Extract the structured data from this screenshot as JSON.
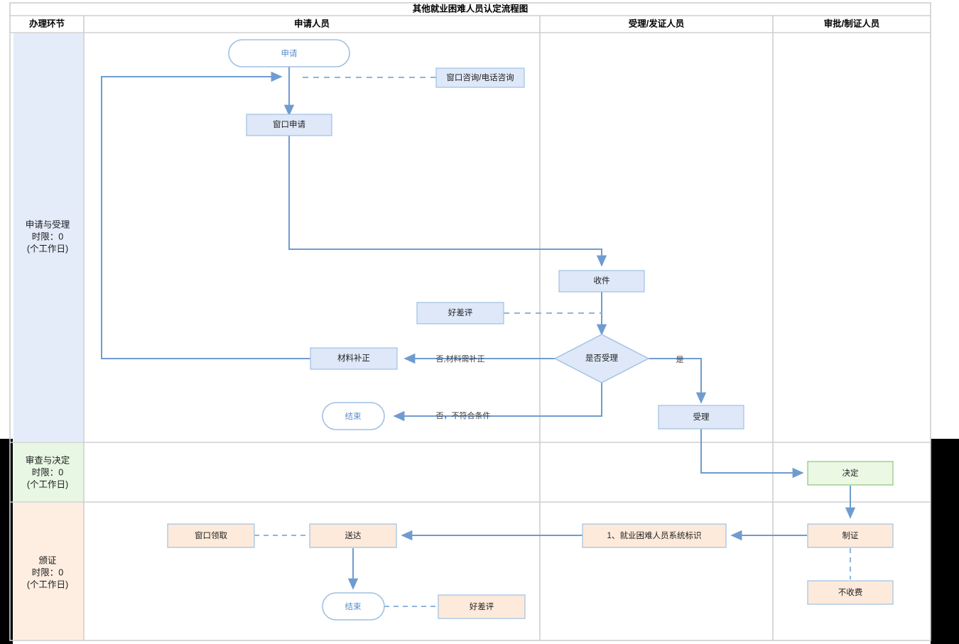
{
  "document": {
    "title": "其他就业困难人员认定流程图"
  },
  "table": {
    "headers": [
      {
        "id": "stage",
        "label": "办理环节"
      },
      {
        "id": "applicant",
        "label": "申请人员"
      },
      {
        "id": "acceptor",
        "label": "受理/发证人员"
      },
      {
        "id": "approver",
        "label": "审批/制证人员"
      }
    ],
    "stages": [
      {
        "id": "stage-1",
        "name": "申请与受理",
        "limit": "时限：0",
        "unit": "(个工作日)",
        "color": "#e4ecfa"
      },
      {
        "id": "stage-2",
        "name": "审查与决定",
        "limit": "时限：0",
        "unit": "(个工作日)",
        "color": "#e7f7e3"
      },
      {
        "id": "stage-3",
        "name": "颁证",
        "limit": "时限：0",
        "unit": "(个工作日)",
        "color": "#fdeee1"
      }
    ]
  },
  "colors": {
    "blue_fill": "#dee8f8",
    "blue_stroke": "#9fc0e2",
    "green_fill": "#eaf8e4",
    "green_stroke": "#8fc47e",
    "peach_fill": "#fdeadb",
    "peach_stroke": "#9fc0e2",
    "white_fill": "#ffffff",
    "connector": "#6f9cd0",
    "grid": "#cfcfcf",
    "blue_text": "#5b8fc9"
  },
  "chart_data": {
    "type": "diagram",
    "title": "其他就业困难人员认定流程图",
    "nodes": [
      {
        "id": "apply",
        "label": "申请",
        "shape": "stadium",
        "fill": "white",
        "text": "blue",
        "lane": "申请人员",
        "stage": "申请与受理"
      },
      {
        "id": "consult",
        "label": "窗口咨询/电话咨询",
        "shape": "rect",
        "fill": "blue",
        "text": "black",
        "lane": "申请人员",
        "stage": "申请与受理"
      },
      {
        "id": "window-apply",
        "label": "窗口申请",
        "shape": "rect",
        "fill": "blue",
        "text": "black",
        "lane": "申请人员",
        "stage": "申请与受理"
      },
      {
        "id": "receive",
        "label": "收件",
        "shape": "rect",
        "fill": "blue",
        "text": "black",
        "lane": "受理/发证人员",
        "stage": "申请与受理"
      },
      {
        "id": "review-1",
        "label": "好差评",
        "shape": "rect",
        "fill": "blue",
        "text": "black",
        "lane": "申请人员",
        "stage": "申请与受理"
      },
      {
        "id": "decide-accept",
        "label": "是否受理",
        "shape": "diamond",
        "fill": "blue",
        "text": "black",
        "lane": "受理/发证人员",
        "stage": "申请与受理"
      },
      {
        "id": "supplement",
        "label": "材料补正",
        "shape": "rect",
        "fill": "blue",
        "text": "black",
        "lane": "申请人员",
        "stage": "申请与受理"
      },
      {
        "id": "end-1",
        "label": "结束",
        "shape": "stadium",
        "fill": "white",
        "text": "blue",
        "lane": "申请人员",
        "stage": "申请与受理"
      },
      {
        "id": "accept",
        "label": "受理",
        "shape": "rect",
        "fill": "blue",
        "text": "black",
        "lane": "受理/发证人员",
        "stage": "申请与受理"
      },
      {
        "id": "decision",
        "label": "决定",
        "shape": "rect",
        "fill": "green",
        "text": "black",
        "lane": "审批/制证人员",
        "stage": "审查与决定"
      },
      {
        "id": "make-cert",
        "label": "制证",
        "shape": "rect",
        "fill": "peach",
        "text": "black",
        "lane": "审批/制证人员",
        "stage": "颁证"
      },
      {
        "id": "no-fee",
        "label": "不收费",
        "shape": "rect",
        "fill": "peach",
        "text": "black",
        "lane": "审批/制证人员",
        "stage": "颁证"
      },
      {
        "id": "sys-mark",
        "label": "1、就业困难人员系统标识",
        "shape": "rect",
        "fill": "peach",
        "text": "black",
        "lane": "受理/发证人员",
        "stage": "颁证"
      },
      {
        "id": "deliver",
        "label": "送达",
        "shape": "rect",
        "fill": "peach",
        "text": "black",
        "lane": "申请人员",
        "stage": "颁证"
      },
      {
        "id": "window-get",
        "label": "窗口领取",
        "shape": "rect",
        "fill": "peach",
        "text": "black",
        "lane": "申请人员",
        "stage": "颁证"
      },
      {
        "id": "end-2",
        "label": "结束",
        "shape": "stadium",
        "fill": "white",
        "text": "blue",
        "lane": "申请人员",
        "stage": "颁证"
      },
      {
        "id": "review-2",
        "label": "好差评",
        "shape": "rect",
        "fill": "peach",
        "text": "black",
        "lane": "申请人员",
        "stage": "颁证"
      }
    ],
    "edges": [
      {
        "from": "apply",
        "to": "window-apply",
        "label": "",
        "style": "solid"
      },
      {
        "from": "consult",
        "to": "apply",
        "label": "",
        "style": "dashed"
      },
      {
        "from": "window-apply",
        "to": "receive",
        "label": "",
        "style": "solid"
      },
      {
        "from": "receive",
        "to": "decide-accept",
        "label": "",
        "style": "solid"
      },
      {
        "from": "review-1",
        "to": "decide-accept",
        "label": "",
        "style": "dashed"
      },
      {
        "from": "decide-accept",
        "to": "supplement",
        "label": "否,材料需补正",
        "style": "solid"
      },
      {
        "from": "decide-accept",
        "to": "accept",
        "label": "是",
        "style": "solid"
      },
      {
        "from": "decide-accept",
        "to": "end-1",
        "label": "否，不符合条件",
        "style": "solid"
      },
      {
        "from": "supplement",
        "to": "apply",
        "label": "",
        "style": "solid"
      },
      {
        "from": "accept",
        "to": "decision",
        "label": "",
        "style": "solid"
      },
      {
        "from": "decision",
        "to": "make-cert",
        "label": "",
        "style": "solid"
      },
      {
        "from": "make-cert",
        "to": "no-fee",
        "label": "",
        "style": "dashed"
      },
      {
        "from": "make-cert",
        "to": "sys-mark",
        "label": "",
        "style": "solid"
      },
      {
        "from": "sys-mark",
        "to": "deliver",
        "label": "",
        "style": "solid"
      },
      {
        "from": "window-get",
        "to": "deliver",
        "label": "",
        "style": "dashed"
      },
      {
        "from": "deliver",
        "to": "end-2",
        "label": "",
        "style": "solid"
      },
      {
        "from": "end-2",
        "to": "review-2",
        "label": "",
        "style": "dashed"
      }
    ],
    "edge_labels": [
      "否,材料需补正",
      "是",
      "否，不符合条件"
    ]
  }
}
